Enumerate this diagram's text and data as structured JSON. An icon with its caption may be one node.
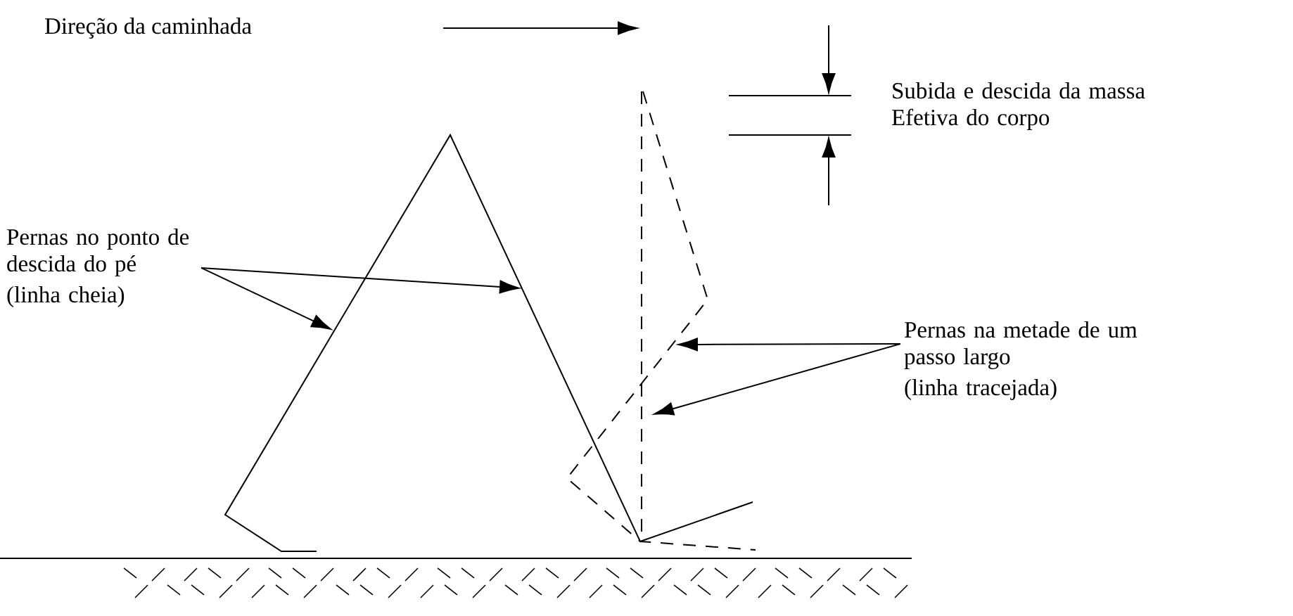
{
  "diagram": {
    "nodes": [
      {
        "text": [
          "Pernas no ponto de descida do pé",
          "(linha cheia)"
        ]
      },
      {
        "text": [
          "Pernas na metade de um passo largo",
          "(linha tracejada)"
        ]
      }
    ],
    "edges": [
      {
        "from": 0,
        "to": null,
        "arrow": "to"
      },
      {
        "from": 0,
        "to": null,
        "arrow": "to"
      },
      {
        "from": 1,
        "to": null,
        "arrow": "to"
      },
      {
        "from": 1,
        "to": null,
        "arrow": "to"
      }
    ],
    "labels": [
      "Direção da caminhada",
      "Subida e descida da massa Efetiva do corpo"
    ]
  }
}
